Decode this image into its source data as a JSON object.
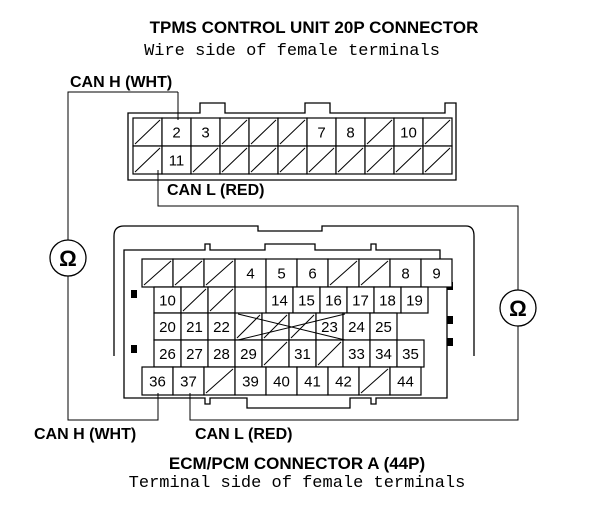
{
  "top_connector": {
    "title": "TPMS CONTROL UNIT 20P CONNECTOR",
    "subtitle": "Wire side of female terminals",
    "row1": [
      "",
      "2",
      "3",
      "",
      "",
      "",
      "7",
      "8",
      "",
      "10",
      ""
    ],
    "row2": [
      "",
      "11",
      "",
      "",
      "",
      "",
      "",
      "",
      "",
      "",
      ""
    ],
    "can_h_label": "CAN H (WHT)",
    "can_l_label": "CAN L (RED)"
  },
  "bottom_connector": {
    "title": "ECM/PCM CONNECTOR A (44P)",
    "subtitle": "Terminal side of female terminals",
    "row1": [
      "",
      "",
      "",
      "4",
      "5",
      "6",
      "",
      "",
      "8",
      "9"
    ],
    "row2": [
      "10",
      "",
      "",
      "14",
      "15",
      "16",
      "17",
      "18",
      "19"
    ],
    "row3": [
      "20",
      "21",
      "22",
      "",
      "",
      "",
      "23",
      "24",
      "25"
    ],
    "row4": [
      "26",
      "27",
      "28",
      "29",
      "",
      "31",
      "",
      "33",
      "34",
      "35"
    ],
    "row5": [
      "36",
      "37",
      "",
      "39",
      "40",
      "41",
      "42",
      "",
      "44"
    ],
    "can_h_label": "CAN H (WHT)",
    "can_l_label": "CAN L (RED)"
  },
  "meters": {
    "left_symbol": "Ω",
    "right_symbol": "Ω"
  }
}
